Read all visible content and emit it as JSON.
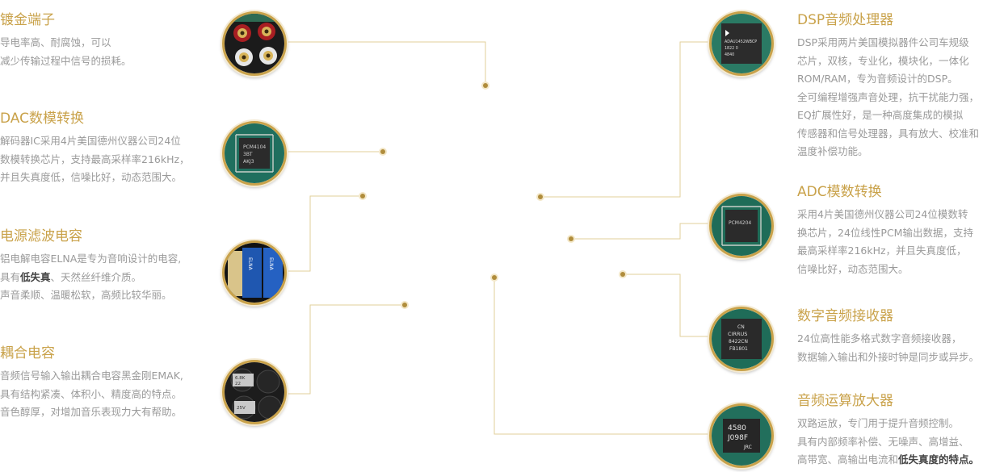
{
  "features": [
    {
      "id": "gold-terminal",
      "title": "镀金端子",
      "lines": [
        "导电率高、耐腐蚀，可以",
        "减少传输过程中信号的损耗。"
      ]
    },
    {
      "id": "dac",
      "title": "DAC数模转换",
      "lines": [
        "解码器IC采用4片美国德州仪器公司24位",
        "数模转换芯片，支持最高采样率216kHz，",
        "并且失真度低，信噪比好，动态范围大。"
      ]
    },
    {
      "id": "power-cap",
      "title": "电源滤波电容",
      "lines": [
        "铝电解电容ELNA是专为音响设计的电容,",
        "具有|低失真|、天然丝纤维介质。",
        "声音柔顺、温暖松软，高频比较华丽。"
      ]
    },
    {
      "id": "coupling-cap",
      "title": "耦合电容",
      "lines": [
        "音频信号输入输出耦合电容黑金刚EMAK,",
        "具有结构紧凑、体积小、精度高的特点。",
        "音色醇厚，对增加音乐表现力大有帮助。"
      ]
    },
    {
      "id": "dsp",
      "title": "DSP音频处理器",
      "lines": [
        "DSP采用两片美国模拟器件公司车规级",
        "芯片，双核，专业化，模块化，一体化",
        "ROM/RAM，专为音频设计的DSP。",
        "全可编程增强声音处理，抗干扰能力强，",
        "EQ扩展性好，是一种高度集成的模拟",
        "传感器和信号处理器，具有放大、校准和",
        "温度补偿功能。"
      ]
    },
    {
      "id": "adc",
      "title": "ADC模数转换",
      "lines": [
        "采用4片美国德州仪器公司24位模数转",
        "换芯片，24位线性PCM输出数据，支持",
        "最高采样率216kHz，并且失真度低，",
        "信噪比好，动态范围大。"
      ]
    },
    {
      "id": "receiver",
      "title": "数字音频接收器",
      "lines": [
        "24位高性能多格式数字音频接收器，",
        "数据输入输出和外接时钟是同步或异步。"
      ]
    },
    {
      "id": "opamp",
      "title": "音频运算放大器",
      "lines": [
        "双路运放，专门用于提升音频控制。",
        "具有内部频率补偿、无噪声、高增益、",
        "高带宽、高输出电流和|低失真度的特点。|"
      ]
    }
  ],
  "chip_markings": {
    "dac": [
      "PCM4104",
      "3BT",
      "AKJ3"
    ],
    "power-cap": [
      "ELNA",
      "ELNA"
    ],
    "coupling-cap": [
      "6.8K",
      "22",
      "25V"
    ],
    "dsp": [
      "ADAU1452WBCP",
      "1822 0",
      "4840"
    ],
    "adc": [
      "PCM4204"
    ],
    "receiver": [
      "CN",
      "CIRRUS",
      "8422CN",
      "FB1801"
    ],
    "opamp": [
      "4580",
      "J098F",
      "JRC"
    ]
  }
}
